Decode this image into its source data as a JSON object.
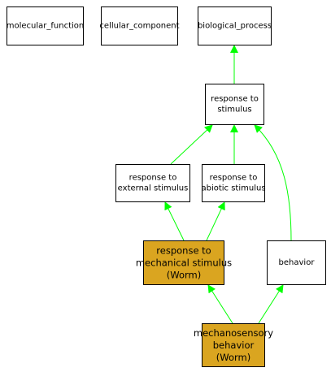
{
  "colors": {
    "edge": "#00ff00",
    "highlight_fill": "#daa520",
    "normal_fill": "#ffffff",
    "border": "#000000"
  },
  "nodes": {
    "molecular_function": {
      "lines": [
        "molecular_function"
      ]
    },
    "cellular_component": {
      "lines": [
        "cellular_component"
      ]
    },
    "biological_process": {
      "lines": [
        "biological_process"
      ]
    },
    "response_to_stimulus": {
      "lines": [
        "response to",
        "stimulus"
      ]
    },
    "response_to_external_stimulus": {
      "lines": [
        "response to",
        "external stimulus"
      ]
    },
    "response_to_abiotic_stimulus": {
      "lines": [
        "response to",
        "abiotic stimulus"
      ]
    },
    "response_to_mechanical_stimulus": {
      "lines": [
        "response to",
        "mechanical stimulus",
        "(Worm)"
      ],
      "highlighted": true
    },
    "behavior": {
      "lines": [
        "behavior"
      ]
    },
    "mechanosensory_behavior": {
      "lines": [
        "mechanosensory",
        "behavior",
        "(Worm)"
      ],
      "highlighted": true
    }
  },
  "edges": [
    {
      "from": "response_to_stimulus",
      "to": "biological_process"
    },
    {
      "from": "response_to_external_stimulus",
      "to": "response_to_stimulus"
    },
    {
      "from": "response_to_abiotic_stimulus",
      "to": "response_to_stimulus"
    },
    {
      "from": "behavior",
      "to": "response_to_stimulus"
    },
    {
      "from": "response_to_mechanical_stimulus",
      "to": "response_to_external_stimulus"
    },
    {
      "from": "response_to_mechanical_stimulus",
      "to": "response_to_abiotic_stimulus"
    },
    {
      "from": "mechanosensory_behavior",
      "to": "response_to_mechanical_stimulus"
    },
    {
      "from": "mechanosensory_behavior",
      "to": "behavior"
    }
  ]
}
